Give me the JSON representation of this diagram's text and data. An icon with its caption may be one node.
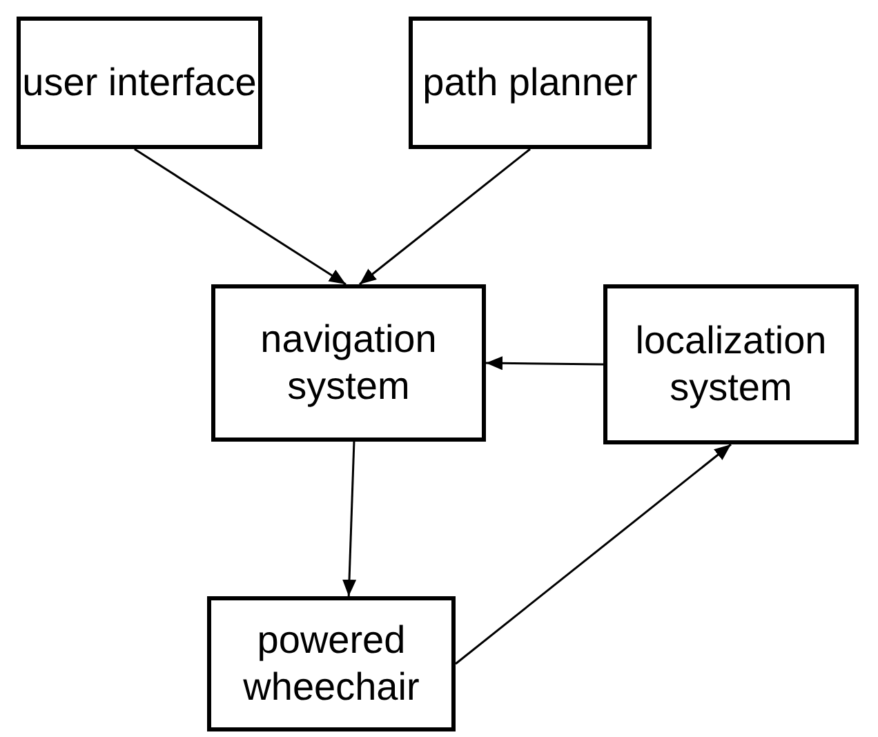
{
  "diagram": {
    "nodes": [
      {
        "text": [
          "user interface"
        ]
      },
      {
        "text": [
          "path planner"
        ]
      },
      {
        "text": [
          "navigation system"
        ]
      },
      {
        "text": [
          "localization system"
        ]
      },
      {
        "text": [
          "powered wheechair"
        ]
      }
    ],
    "edges": [
      {
        "from": 0,
        "to": 2,
        "arrow": "to"
      },
      {
        "from": 1,
        "to": 2,
        "arrow": "to"
      },
      {
        "from": 3,
        "to": 2,
        "arrow": "to"
      },
      {
        "from": 2,
        "to": 4,
        "arrow": "to"
      },
      {
        "from": 4,
        "to": 3,
        "arrow": "to"
      }
    ]
  }
}
